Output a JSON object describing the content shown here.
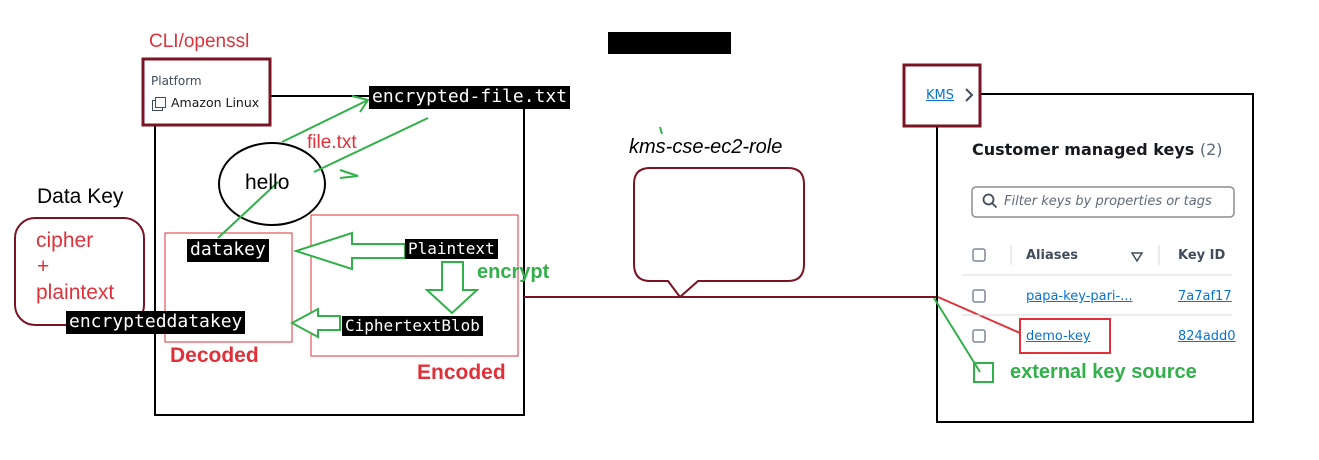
{
  "title_left": "CLI/openssl",
  "platform": {
    "label": "Platform",
    "value": "Amazon Linux"
  },
  "ec2_labels": {
    "encrypted_file": "encrypted-file.txt",
    "file_name": "file.txt",
    "file_content": "hello",
    "datakey": "datakey",
    "plaintext": "Plaintext",
    "encrypt": "encrypt",
    "encrypted_datakey": "encrypteddatakey",
    "ciphertext_blob": "CiphertextBlob",
    "decoded": "Decoded",
    "encoded": "Encoded"
  },
  "data_key": {
    "title": "Data Key",
    "line1": "cipher",
    "line2": "+",
    "line3": "plaintext"
  },
  "role_label": "kms-cse-ec2-role",
  "kms": {
    "breadcrumb": "KMS",
    "chevron_icon": "chevron-right-icon",
    "heading": "Customer managed keys",
    "count": "(2)",
    "search_placeholder": "Filter keys by properties or tags",
    "columns": [
      "Aliases",
      "Key ID"
    ],
    "rows": [
      {
        "alias": "papa-key-pari-...",
        "key_id": "7a7af17"
      },
      {
        "alias": "demo-key",
        "key_id": "824add0"
      }
    ],
    "external_label": "external key source"
  },
  "colors": {
    "red": "#e0313a",
    "dark_red": "#7a1424",
    "green": "#32b04a",
    "aws_link": "#0972d3"
  }
}
